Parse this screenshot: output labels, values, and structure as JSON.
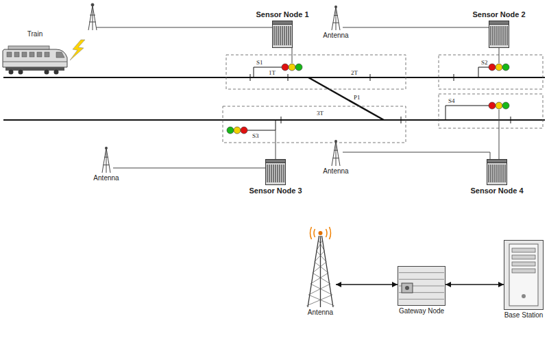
{
  "diagram": {
    "nodes": [
      {
        "text": [
          "Train"
        ]
      },
      {
        "text": [
          "Sensor Node 1"
        ]
      },
      {
        "text": [
          "Antenna"
        ]
      },
      {
        "text": [
          "Sensor Node 2"
        ]
      },
      {
        "text": [
          "Antenna"
        ]
      },
      {
        "text": [
          "Sensor Node 3"
        ]
      },
      {
        "text": [
          "Antenna"
        ]
      },
      {
        "text": [
          "Sensor Node 4"
        ]
      },
      {
        "text": [
          "Antenna"
        ]
      },
      {
        "text": [
          "Gateway Node"
        ]
      },
      {
        "text": [
          "Base Station"
        ]
      }
    ],
    "edges": [
      {
        "from": 2,
        "to": 3,
        "arrow": "none"
      },
      {
        "from": 4,
        "to": 5,
        "arrow": "none"
      },
      {
        "from": 6,
        "to": 7,
        "arrow": "none"
      },
      {
        "from": 8,
        "to": 9,
        "arrow": "both"
      },
      {
        "from": 9,
        "to": 10,
        "arrow": "both"
      }
    ],
    "labels": [
      "S1",
      "1T",
      "2T",
      "P1",
      "S2",
      "S4",
      "3T",
      "S3"
    ]
  }
}
